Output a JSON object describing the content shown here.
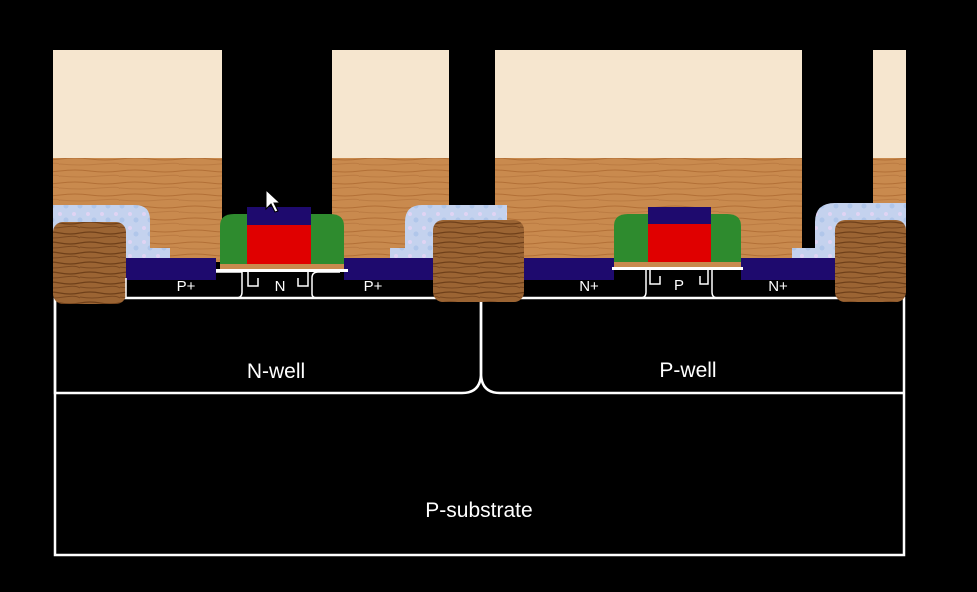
{
  "diagram": {
    "labels": {
      "p_substrate": "P-substrate",
      "n_well": "N-well",
      "p_well": "P-well",
      "pmos_source": "P+",
      "pmos_drain": "P+",
      "pmos_body": "N",
      "nmos_source": "N+",
      "nmos_drain": "N+",
      "nmos_body": "P"
    },
    "colors": {
      "background": "#000000",
      "outline": "#ffffff",
      "oxide_top": "#f6e6cf",
      "metal_wood": "#c98a4e",
      "wood_grain": "#a8642c",
      "field_oxide_wood": "#9b6433",
      "spacer": "#2e8b2e",
      "gate_poly": "#e00000",
      "silicide": "#1e0a6e",
      "liner": "#c4d2ee"
    },
    "cursor": "mouse-pointer-icon"
  }
}
